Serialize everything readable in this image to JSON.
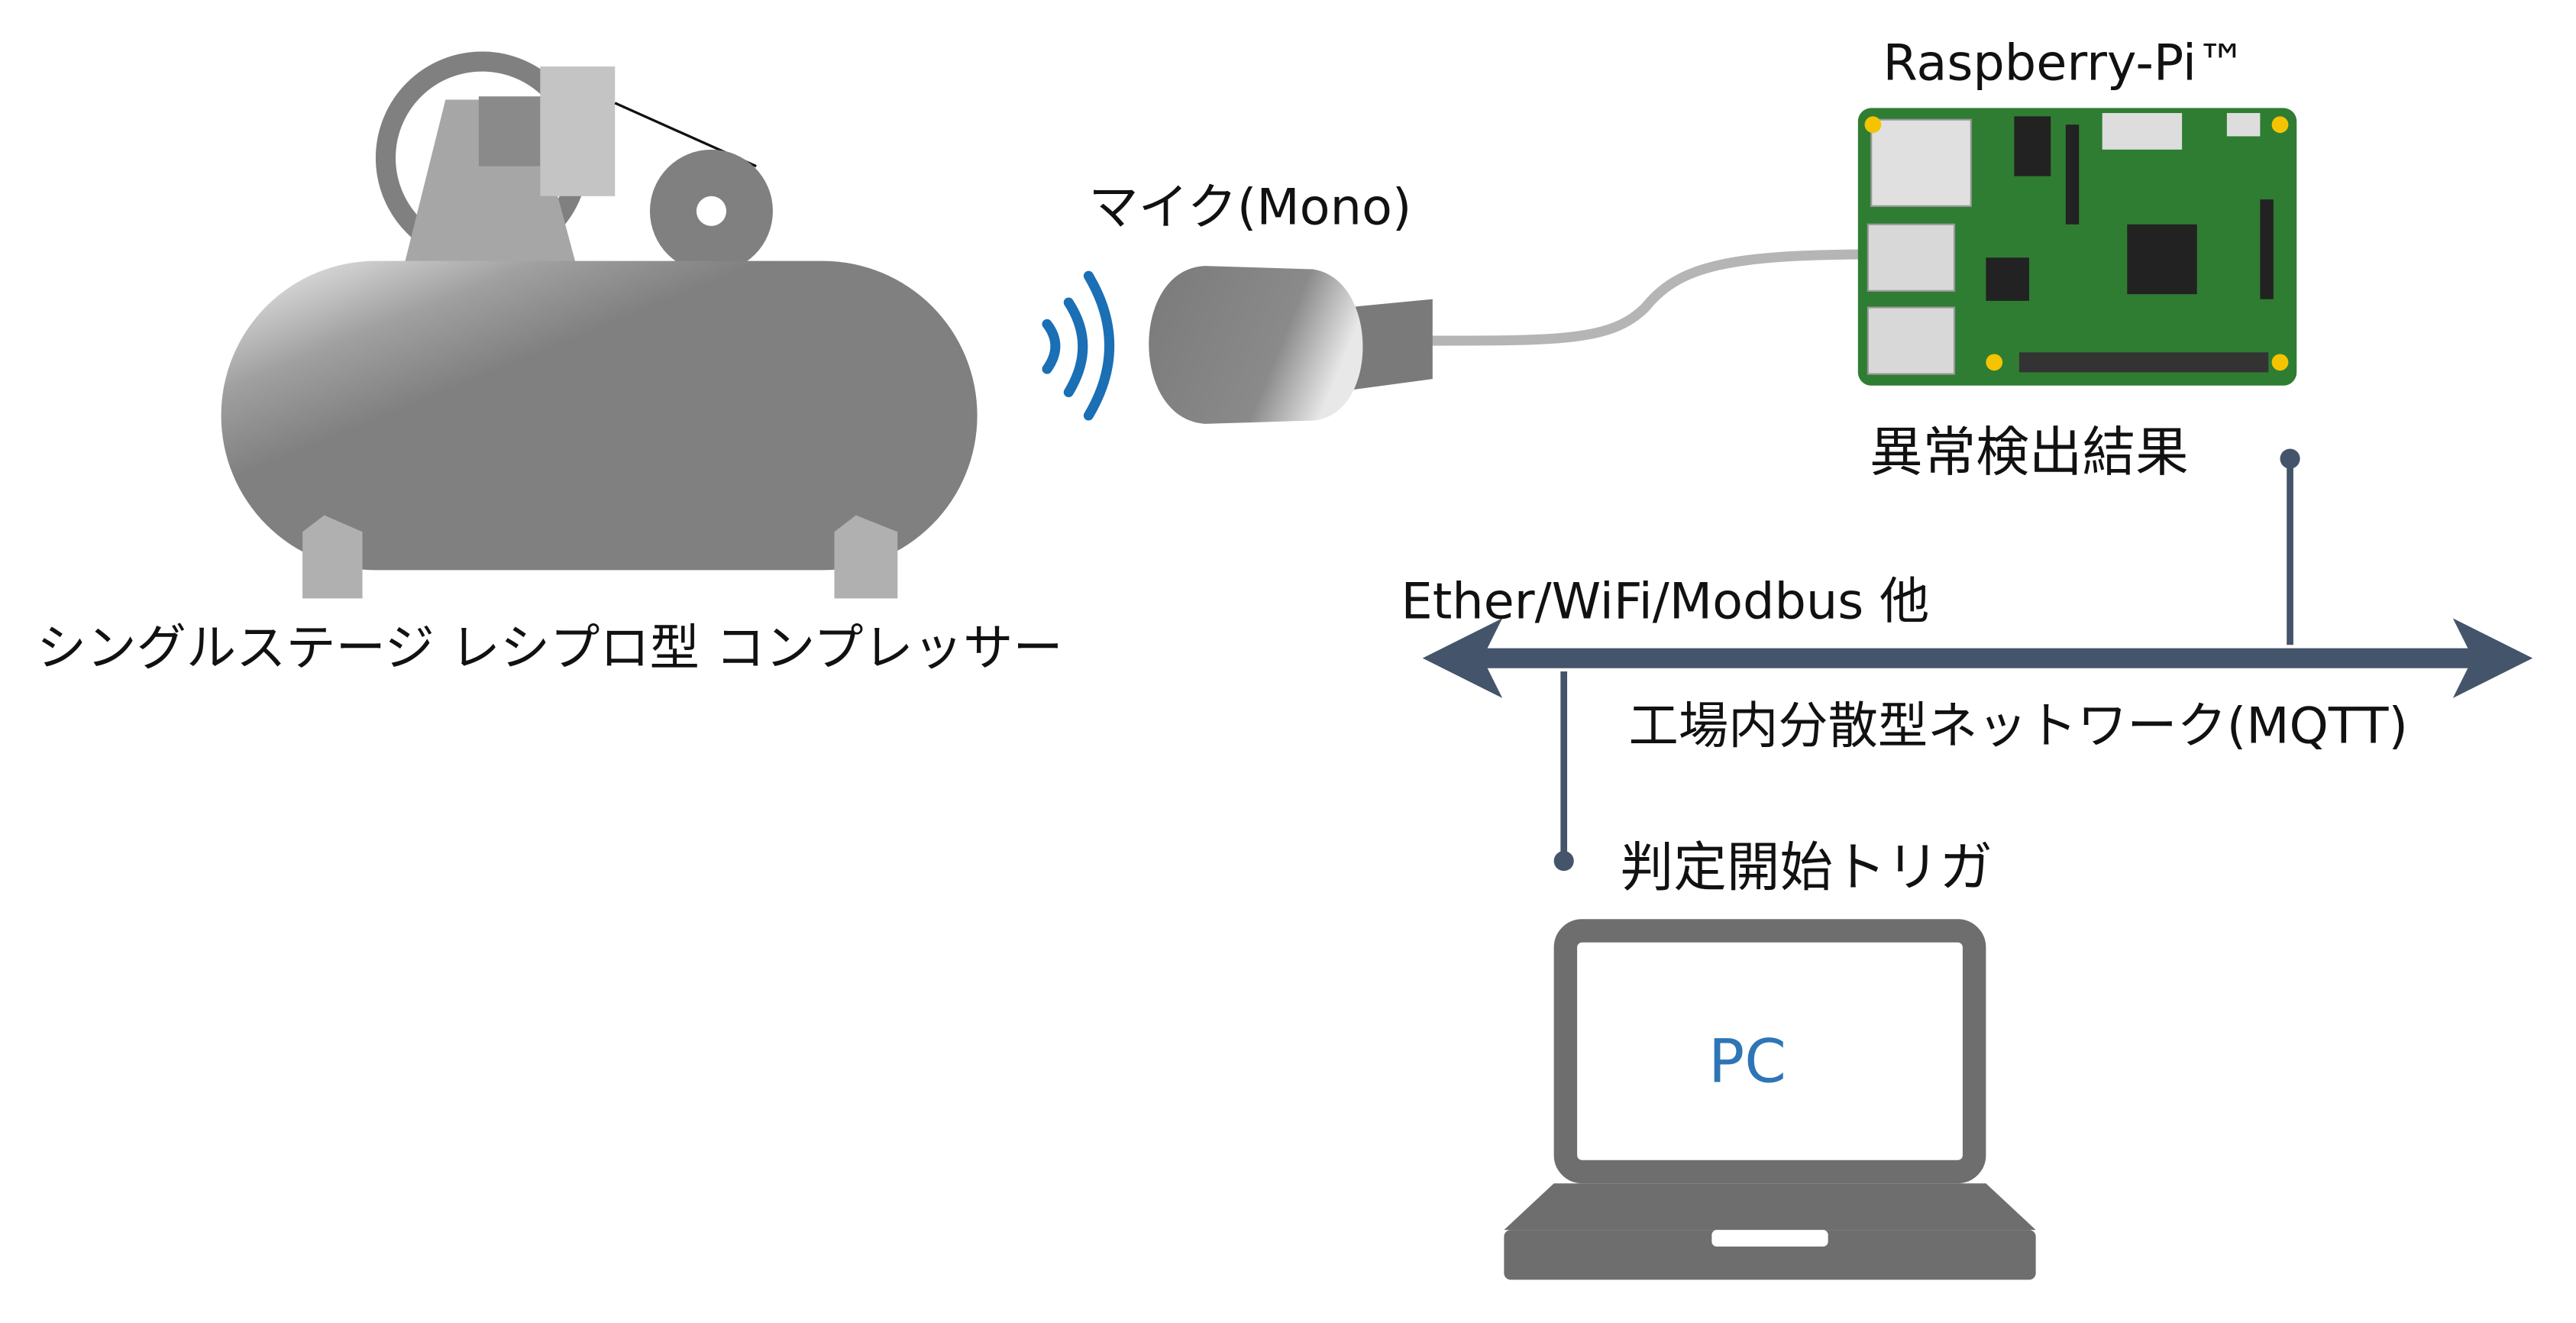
{
  "labels": {
    "compressor": "シングルステージ レシプロ型 コンプレッサー",
    "mic": "マイク(Mono)",
    "raspberry": "Raspberry-Pi™",
    "anomaly_result": "異常検出結果",
    "network_protocols": "Ether/WiFi/Modbus 他",
    "network_name": "工場内分散型ネットワーク(MQTT)",
    "trigger": "判定開始トリガ",
    "pc": "PC"
  },
  "icons": {
    "compressor": "air-compressor-icon",
    "sound": "sound-wave-icon",
    "mic": "microphone-icon",
    "board": "raspberry-pi-board-icon",
    "pc": "laptop-icon"
  },
  "colors": {
    "network_line": "#44546a",
    "sound_wave": "#1a6fb5",
    "pc_label": "#2e75b6",
    "board_green": "#2f7d32",
    "equipment_gray": "#808080"
  }
}
